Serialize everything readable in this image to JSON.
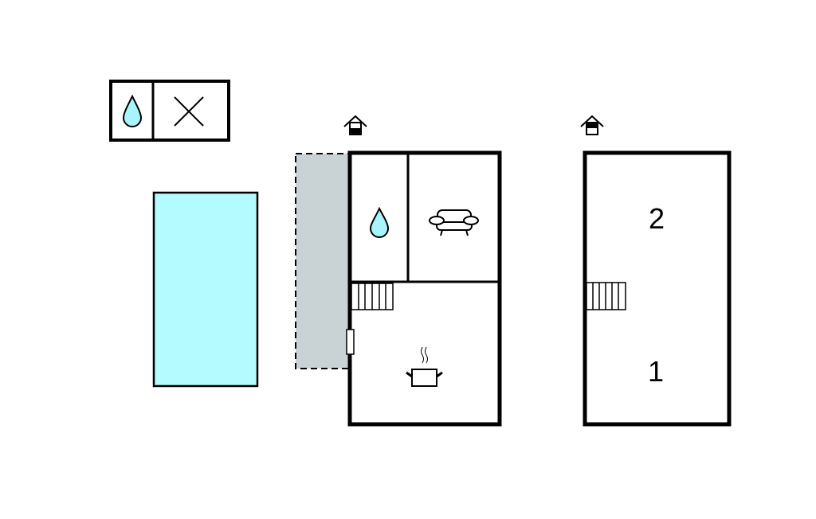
{
  "legend": {
    "items": [
      "water-drop",
      "cross"
    ]
  },
  "ground_floor": {
    "rooms": [
      "bathroom",
      "living-room",
      "kitchen"
    ]
  },
  "upper_floor": {
    "room_labels": [
      "2",
      "1"
    ]
  },
  "colors": {
    "pool": "#b3fbff",
    "terrace": "#c9d3d5",
    "wall": "#000000",
    "drop": "#a9f3fb"
  }
}
